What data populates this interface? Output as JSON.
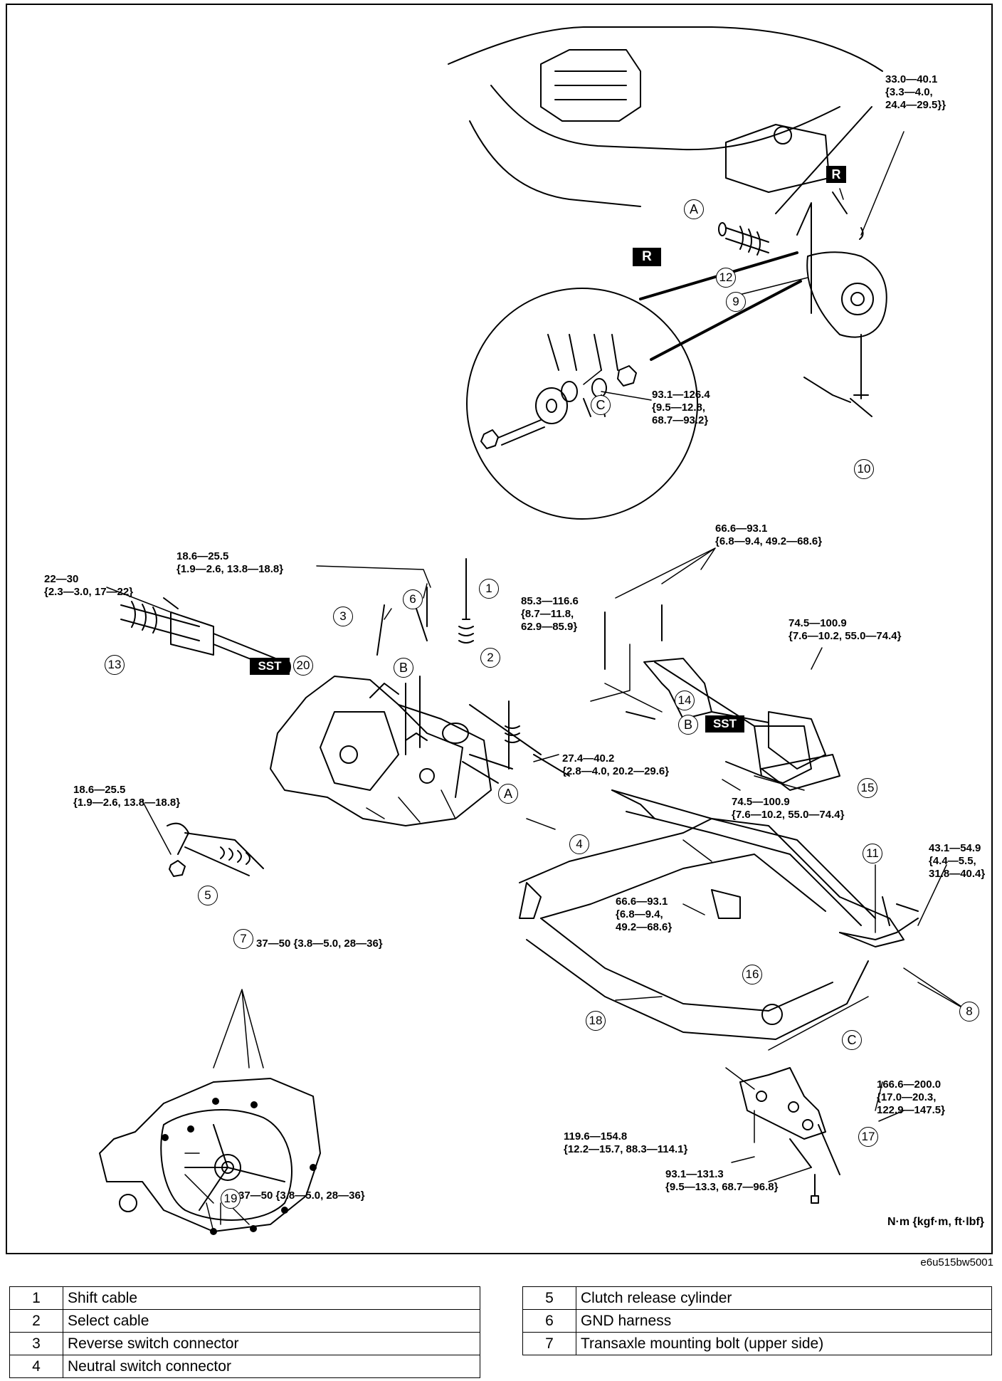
{
  "torques": {
    "t1": "33.0—40.1\n{3.3—4.0,\n24.4—29.5}}",
    "t2": "93.1—126.4\n{9.5—12.8,\n68.7—93.2}",
    "t3": "66.6—93.1\n{6.8—9.4, 49.2—68.6}",
    "t4": "18.6—25.5\n{1.9—2.6, 13.8—18.8}",
    "t5": "22—30\n{2.3—3.0, 17—22}",
    "t6": "85.3—116.6\n{8.7—11.8,\n62.9—85.9}",
    "t7": "74.5—100.9\n{7.6—10.2, 55.0—74.4}",
    "t8": "27.4—40.2\n{2.8—4.0, 20.2—29.6}",
    "t9": "18.6—25.5\n{1.9—2.6, 13.8—18.8}",
    "t10": "74.5—100.9\n{7.6—10.2, 55.0—74.4}",
    "t11": "43.1—54.9\n{4.4—5.5,\n31.8—40.4}",
    "t12": "66.6—93.1\n{6.8—9.4,\n49.2—68.6}",
    "t13": "37—50 {3.8—5.0, 28—36}",
    "t14": "166.6—200.0\n{17.0—20.3,\n122.9—147.5}",
    "t15": "119.6—154.8\n{12.2—15.7, 88.3—114.1}",
    "t16": "37—50 {3.8—5.0, 28—36}",
    "t17": "93.1—131.3\n{9.5—13.3, 68.7—96.8}"
  },
  "units": "N·m {kgf·m, ft·lbf}",
  "figure_ref": "e6u515bw5001",
  "callouts": {
    "n1": "1",
    "n2": "2",
    "n3": "3",
    "n4": "4",
    "n5": "5",
    "n6": "6",
    "n7": "7",
    "n8": "8",
    "n9": "9",
    "n10": "10",
    "n11": "11",
    "n12": "12",
    "n13": "13",
    "n14": "14",
    "n15": "15",
    "n16": "16",
    "n17": "17",
    "n18": "18",
    "n19": "19",
    "n20": "20",
    "A": "A",
    "B": "B",
    "C": "C"
  },
  "tags": {
    "R": "R",
    "SST": "SST"
  },
  "legend_left": [
    {
      "num": "1",
      "name": "Shift cable"
    },
    {
      "num": "2",
      "name": "Select cable"
    },
    {
      "num": "3",
      "name": "Reverse switch connector"
    },
    {
      "num": "4",
      "name": "Neutral switch connector"
    }
  ],
  "legend_right": [
    {
      "num": "5",
      "name": "Clutch release cylinder"
    },
    {
      "num": "6",
      "name": "GND harness"
    },
    {
      "num": "7",
      "name": "Transaxle mounting bolt (upper side)"
    }
  ]
}
